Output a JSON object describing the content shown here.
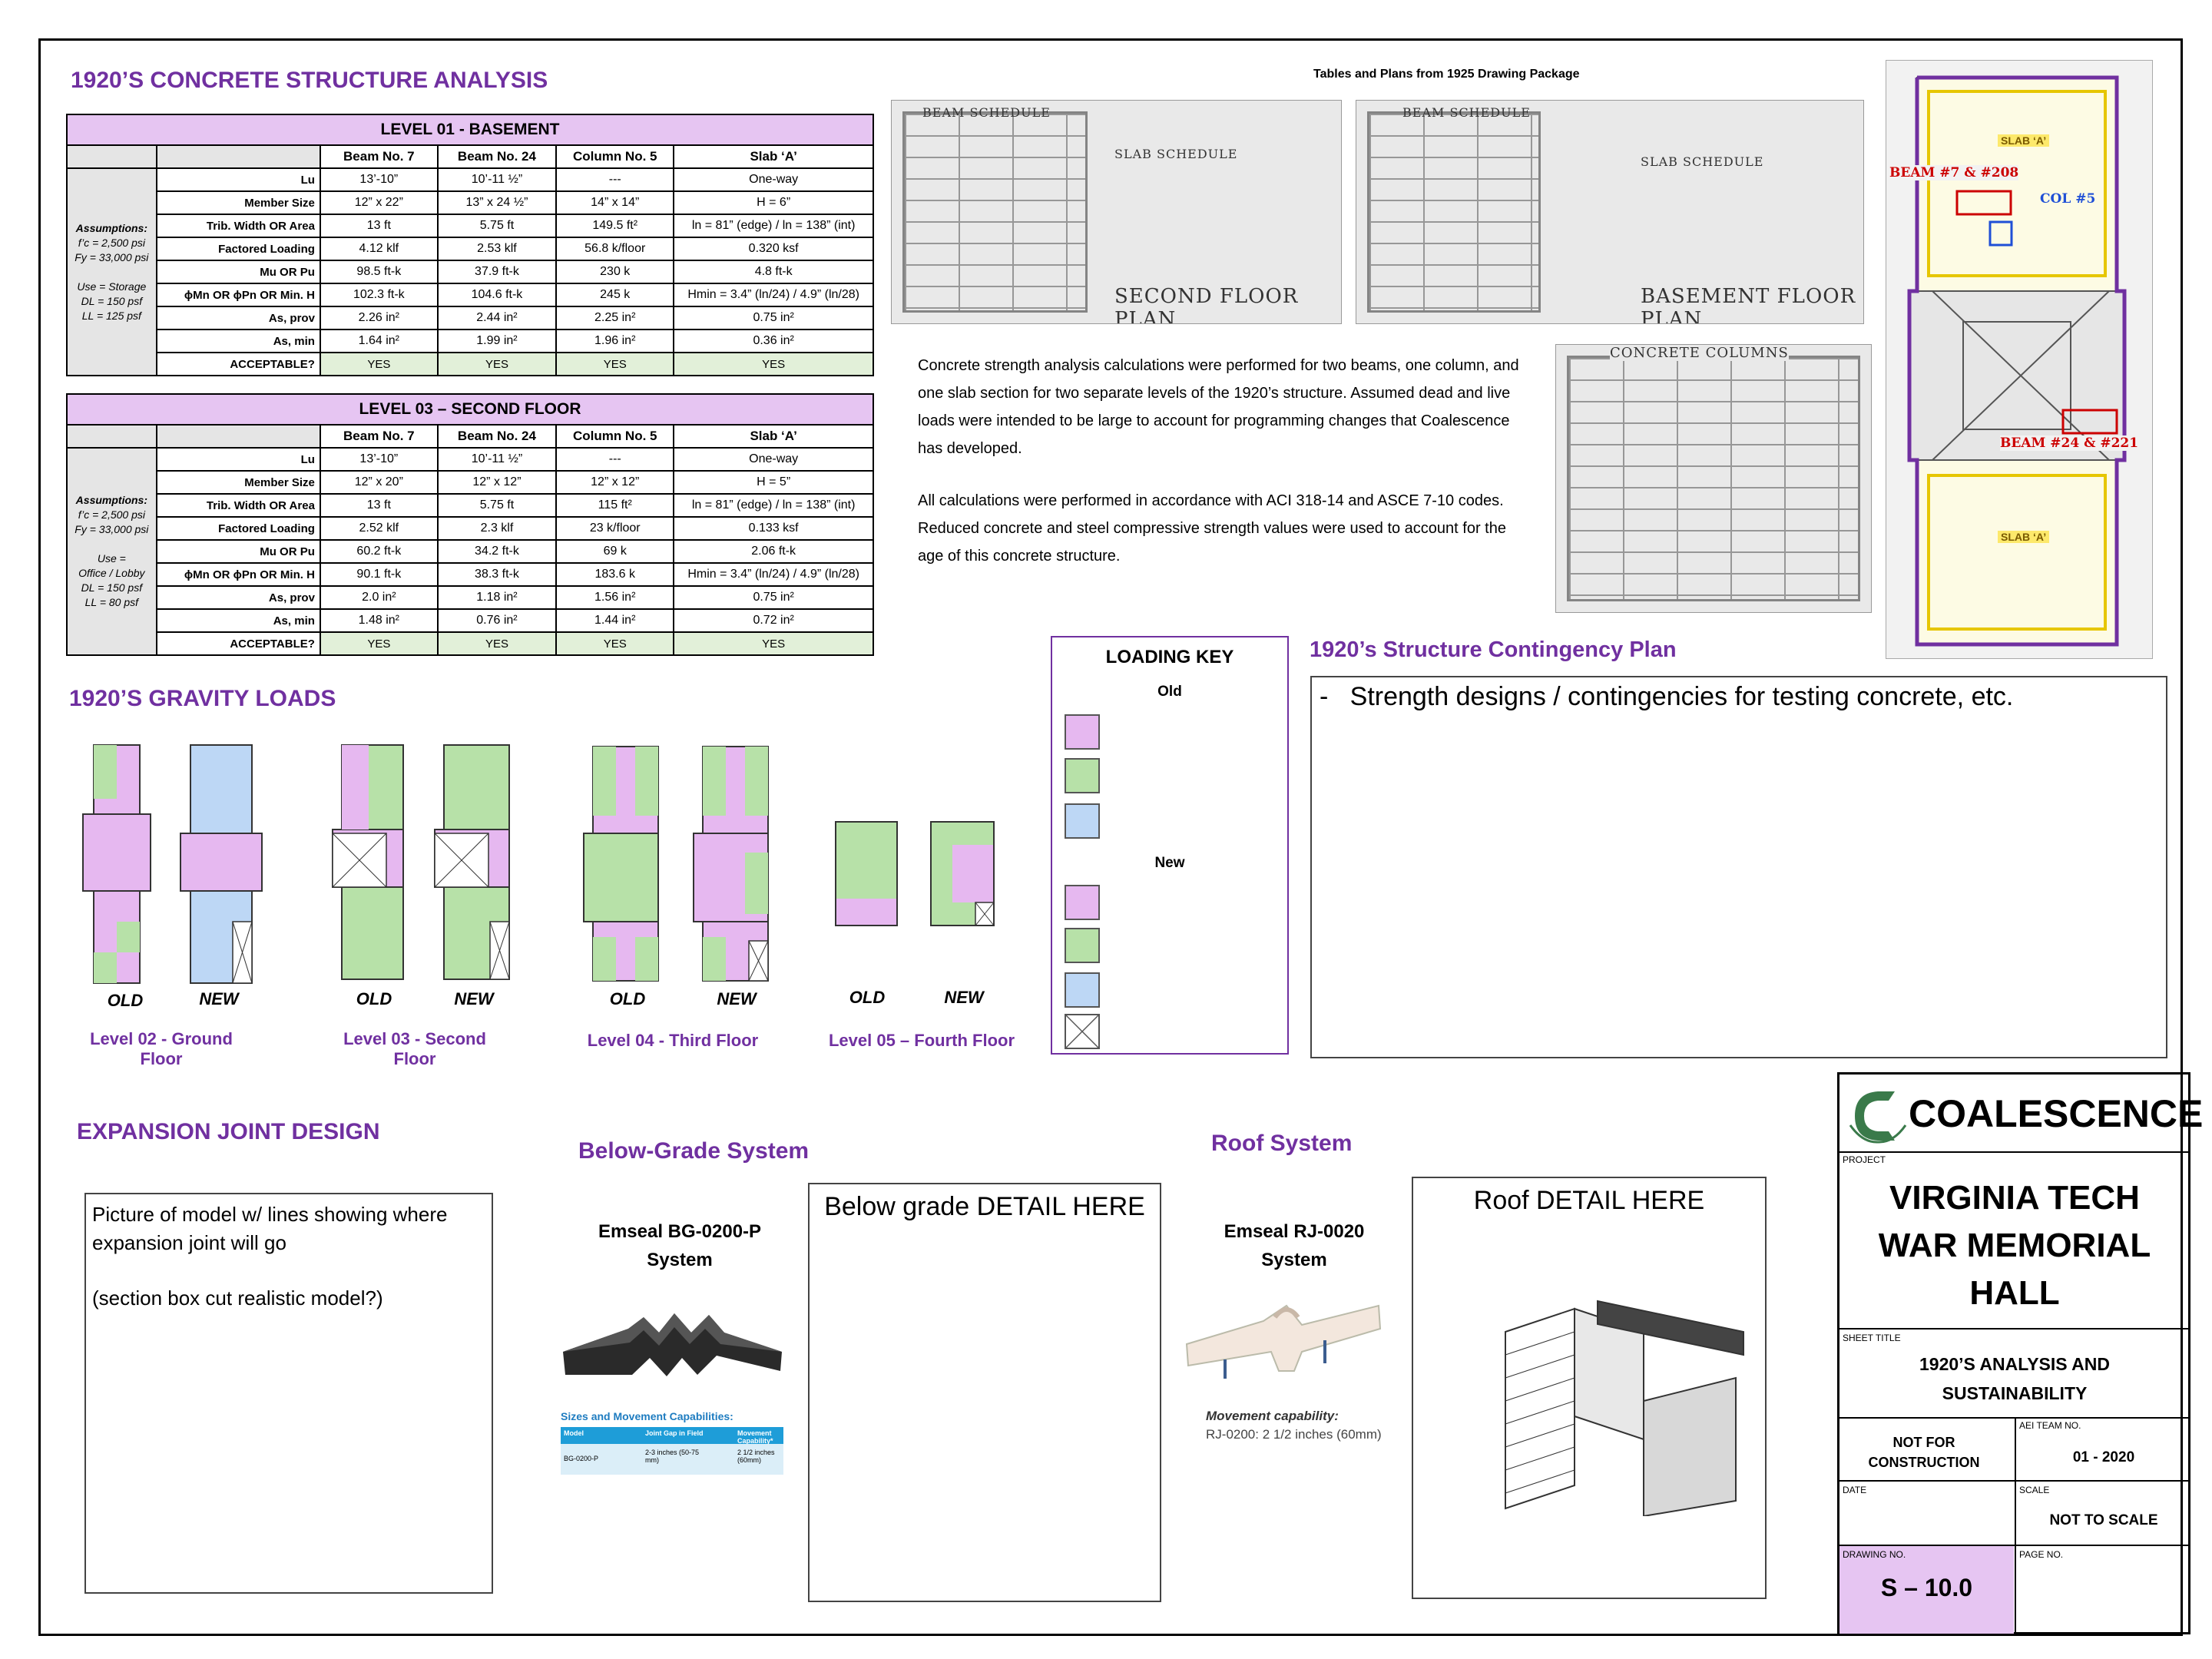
{
  "sheet": {
    "main_title": "1920’S CONCRETE STRUCTURE ANALYSIS",
    "tables_caption": "Tables and Plans from 1925 Drawing Package"
  },
  "basement": {
    "title": "LEVEL 01 - BASEMENT",
    "headers": [
      "Beam No. 7",
      "Beam No. 24",
      "Column No. 5",
      "Slab ‘A’"
    ],
    "assumptions": [
      "Assumptions:",
      "f’c = 2,500 psi",
      "Fy = 33,000 psi",
      "",
      "Use = Storage",
      "DL = 150 psf",
      "LL = 125 psf"
    ],
    "rows": [
      {
        "label": "Lu",
        "cells": [
          "13’-10”",
          "10’-11 ½”",
          "---",
          "One-way"
        ]
      },
      {
        "label": "Member Size",
        "cells": [
          "12” x 22”",
          "13” x 24 ½”",
          "14” x 14”",
          "H = 6”"
        ]
      },
      {
        "label": "Trib. Width OR Area",
        "cells": [
          "13 ft",
          "5.75 ft",
          "149.5 ft²",
          "ln = 81” (edge) / ln = 138” (int)"
        ]
      },
      {
        "label": "Factored Loading",
        "cells": [
          "4.12 klf",
          "2.53 klf",
          "56.8 k/floor",
          "0.320 ksf"
        ]
      },
      {
        "label": "Mu OR Pu",
        "cells": [
          "98.5 ft-k",
          "37.9 ft-k",
          "230 k",
          "4.8 ft-k"
        ]
      },
      {
        "label": "ϕMn OR ϕPn OR Min. H",
        "cells": [
          "102.3 ft-k",
          "104.6 ft-k",
          "245 k",
          "Hmin = 3.4” (ln/24) / 4.9” (ln/28)"
        ]
      },
      {
        "label": "As, prov",
        "cells": [
          "2.26 in²",
          "2.44 in²",
          "2.25 in²",
          "0.75 in²"
        ]
      },
      {
        "label": "As, min",
        "cells": [
          "1.64 in²",
          "1.99 in²",
          "1.96 in²",
          "0.36 in²"
        ]
      },
      {
        "label": "ACCEPTABLE?",
        "cells": [
          "YES",
          "YES",
          "YES",
          "YES"
        ]
      }
    ]
  },
  "second": {
    "title": "LEVEL 03 – SECOND FLOOR",
    "headers": [
      "Beam No. 7",
      "Beam No. 24",
      "Column No. 5",
      "Slab ‘A’"
    ],
    "assumptions": [
      "Assumptions:",
      "f’c = 2,500 psi",
      "Fy = 33,000 psi",
      "",
      "Use =",
      "Office / Lobby",
      "DL = 150 psf",
      "LL = 80 psf"
    ],
    "rows": [
      {
        "label": "Lu",
        "cells": [
          "13’-10”",
          "10’-11 ½”",
          "---",
          "One-way"
        ]
      },
      {
        "label": "Member Size",
        "cells": [
          "12” x 20”",
          "12” x 12”",
          "12” x 12”",
          "H = 5”"
        ]
      },
      {
        "label": "Trib. Width OR Area",
        "cells": [
          "13 ft",
          "5.75 ft",
          "115 ft²",
          "ln = 81” (edge) / ln = 138” (int)"
        ]
      },
      {
        "label": "Factored Loading",
        "cells": [
          "2.52 klf",
          "2.3 klf",
          "23 k/floor",
          "0.133 ksf"
        ]
      },
      {
        "label": "Mu OR Pu",
        "cells": [
          "60.2 ft-k",
          "34.2 ft-k",
          "69 k",
          "2.06 ft-k"
        ]
      },
      {
        "label": "ϕMn OR ϕPn OR Min. H",
        "cells": [
          "90.1 ft-k",
          "38.3 ft-k",
          "183.6 k",
          "Hmin = 3.4” (ln/24) / 4.9” (ln/28)"
        ]
      },
      {
        "label": "As, prov",
        "cells": [
          "2.0 in²",
          "1.18 in²",
          "1.56 in²",
          "0.75 in²"
        ]
      },
      {
        "label": "As, min",
        "cells": [
          "1.48 in²",
          "0.76 in²",
          "1.44 in²",
          "0.72 in²"
        ]
      },
      {
        "label": "ACCEPTABLE?",
        "cells": [
          "YES",
          "YES",
          "YES",
          "YES"
        ]
      }
    ]
  },
  "scans": {
    "second_floor_plan": "SECOND FLOOR PLAN",
    "basement_floor_plan": "BASEMENT FLOOR PLAN",
    "beam_schedule": "BEAM SCHEDULE",
    "slab_schedule": "SLAB SCHEDULE",
    "concrete_columns": "CONCRETE COLUMNS"
  },
  "plan_labels": {
    "beam_7": "BEAM #7 & #208",
    "col_5": "COL #5",
    "beam_24": "BEAM #24 & #221",
    "slab_a_top": "SLAB ‘A’",
    "slab_a_bottom": "SLAB ‘A’"
  },
  "description": {
    "p1": "Concrete strength analysis calculations were performed for two beams, one column, and one slab section for two separate levels of the 1920’s structure. Assumed dead and live loads were intended to be large to account for programming changes that Coalescence has developed.",
    "p2": "All calculations were performed in accordance with ACI 318-14 and ASCE 7-10 codes. Reduced concrete and steel compressive strength values were used to account for the age of this concrete structure."
  },
  "gravity": {
    "title": "1920’S GRAVITY LOADS",
    "old": "OLD",
    "new": "NEW",
    "levels": [
      "Level 02 - Ground Floor",
      "Level 03 - Second Floor",
      "Level 04 - Third Floor",
      "Level 05 – Fourth Floor"
    ]
  },
  "loading_key": {
    "title": "LOADING KEY",
    "old": "Old",
    "new": "New"
  },
  "contingency": {
    "title": "1920’s Structure Contingency Plan",
    "bullet": "-   Strength designs / contingencies for testing concrete, etc."
  },
  "expansion": {
    "title": "EXPANSION JOINT DESIGN",
    "note1": "Picture of model w/ lines showing where expansion joint will go",
    "note2": "(section box cut realistic model?)"
  },
  "below_grade": {
    "title": "Below-Grade System",
    "product": "Emseal BG-0200-P System",
    "detail": "Below grade DETAIL HERE",
    "table_title": "Sizes and Movement Capabilities:",
    "table_headers": [
      "Model",
      "Joint Gap in Field",
      "Movement Capability*"
    ],
    "table_row": [
      "BG-0200-P",
      "2-3 inches (50-75 mm)",
      "2 1/2 inches (60mm)"
    ]
  },
  "roof": {
    "title": "Roof System",
    "product": "Emseal RJ-0020 System",
    "detail": "Roof DETAIL HERE",
    "movement_label": "Movement capability:",
    "movement_value": "RJ-0200: 2 1/2 inches (60mm)"
  },
  "title_block": {
    "brand": "COALESCENCE",
    "project_label": "PROJECT",
    "project_name": "VIRGINIA TECH WAR MEMORIAL HALL",
    "sheet_title_label": "SHEET TITLE",
    "sheet_title": "1920’S ANALYSIS AND SUSTAINABILITY",
    "not_for_construction": "NOT FOR CONSTRUCTION",
    "team_label": "AEI TEAM NO.",
    "team_no": "01 - 2020",
    "date_label": "DATE",
    "scale_label": "SCALE",
    "scale": "NOT TO SCALE",
    "drawing_label": "DRAWING NO.",
    "drawing_no": "S – 10.0",
    "page_label": "PAGE NO."
  },
  "colors": {
    "old_pink": "#e6b8f0",
    "green": "#b7e1a8",
    "blue": "#bdd7f5",
    "purple": "#7030a0",
    "yes_green": "#e2f0d9"
  }
}
